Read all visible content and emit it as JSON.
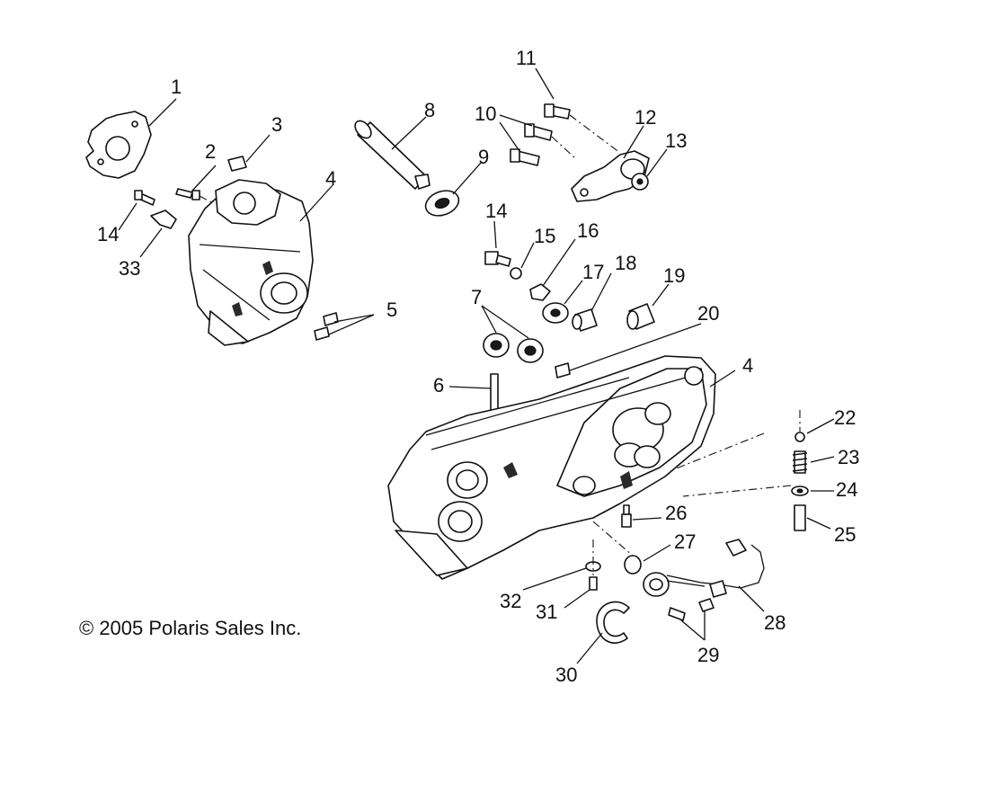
{
  "diagram": {
    "copyright": "© 2005 Polaris Sales Inc.",
    "callouts": {
      "c1": "1",
      "c2": "2",
      "c3": "3",
      "c4a": "4",
      "c4b": "4",
      "c5": "5",
      "c6": "6",
      "c7": "7",
      "c8": "8",
      "c9": "9",
      "c10": "10",
      "c11": "11",
      "c12": "12",
      "c13": "13",
      "c14a": "14",
      "c14b": "14",
      "c15": "15",
      "c16": "16",
      "c17": "17",
      "c18": "18",
      "c19": "19",
      "c20": "20",
      "c22": "22",
      "c23": "23",
      "c24": "24",
      "c25": "25",
      "c26": "26",
      "c27": "27",
      "c28": "28",
      "c29": "29",
      "c30": "30",
      "c31": "31",
      "c32": "32",
      "c33": "33"
    }
  }
}
